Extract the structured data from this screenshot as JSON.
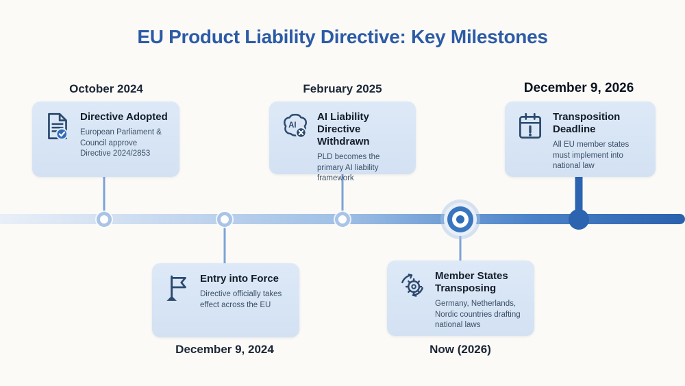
{
  "title": "EU Product Liability Directive: Key Milestones",
  "colors": {
    "accent_blue": "#2f6cb8",
    "dark_blue_node": "#2c64b0",
    "card_background": "#d9e5f4",
    "title_color": "#2c5ba6",
    "icon_color": "#2c4a6e",
    "page_background": "#fbfaf7"
  },
  "timeline": {
    "orientation": "horizontal",
    "gradient": [
      "#e9eff8",
      "#2a61ad"
    ]
  },
  "milestones": [
    {
      "date": "October 2024",
      "title": "Directive Adopted",
      "description": "European Parliament & Council approve Directive 2024/2853",
      "icon": "document-check-icon",
      "position": "above"
    },
    {
      "date": "December 9, 2024",
      "title": "Entry into Force",
      "description": "Directive officially takes effect across the EU",
      "icon": "flag-icon",
      "position": "below"
    },
    {
      "date": "February 2025",
      "title": "AI Liability Directive Withdrawn",
      "description": "PLD becomes the primary AI liability framework",
      "icon": "ai-brain-x-icon",
      "icon_label": "AI",
      "position": "above"
    },
    {
      "date": "Now (2026)",
      "title": "Member States Transposing",
      "description": "Germany, Netherlands, Nordic countries drafting national laws",
      "icon": "gears-sync-icon",
      "position": "below",
      "emphasis": "current"
    },
    {
      "date": "December 9, 2026",
      "title": "Transposition Deadline",
      "description": "All EU member states must implement into national law",
      "icon": "calendar-alert-icon",
      "position": "above",
      "emphasis": "deadline"
    }
  ]
}
